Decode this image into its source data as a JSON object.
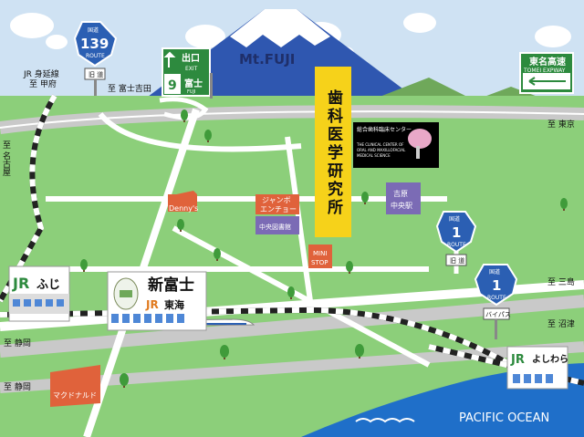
{
  "labels": {
    "mt_fuji": "Mt.FUJI",
    "pacific_ocean": "PACIFIC OCEAN",
    "jr_minobu_1": "JR 身延線",
    "jr_minobu_2": "至 甲府",
    "to_fujiyoshida": "至 富士吉田",
    "to_tokyo": "至 東京",
    "to_nagoya": "至 名古屋",
    "to_mishima": "至 三島",
    "to_numazu": "至 沼津",
    "to_shizuoka_1": "至 静岡",
    "to_shizuoka_2": "至 静岡",
    "dennys": "Denny's",
    "jean_1": "ジャンボ",
    "jean_2": "エンチョー",
    "library": "中央図書館",
    "yoshiwara_1": "吉原",
    "yoshiwara_2": "中央駅",
    "mini_1": "MINI",
    "mini_2": "STOP",
    "mcdonalds": "マクドナルド",
    "jr_fuji": "ふじ",
    "shinfuji_main": "新富士",
    "jr_tokai": "東海",
    "jr_yoshiwara": "よしわら",
    "clinic_name": "総合歯科臨床センター",
    "clinic_en_1": "THE CLINICAL CENTER OF",
    "clinic_en_2": "ORAL AND MAXILLOFACIAL",
    "clinic_en_3": "MEDICAL SCIENCE"
  },
  "signs": {
    "route139": {
      "top": "国道",
      "number": "139",
      "bottom": "ROUTE",
      "plate": "旧 道"
    },
    "route1_upper": {
      "top": "国道",
      "number": "1",
      "bottom": "ROUTE",
      "plate": "旧 道"
    },
    "route1_lower": {
      "top": "国道",
      "number": "1",
      "bottom": "ROUTE",
      "plate": "バイパス"
    },
    "exit": {
      "jp": "出口",
      "en": "EXIT",
      "number": "9",
      "place": "富士",
      "place_en": "FUJI"
    },
    "tomei": {
      "jp": "東名高速",
      "en": "TOMEI EXPWAY"
    }
  },
  "institute": {
    "name": "歯科医学研究所"
  },
  "colors": {
    "sky": "#cfe2f3",
    "grass": "#8ccf7a",
    "road": "#ffffff",
    "highway": "#c9c9c9",
    "sea": "#1f6fc9",
    "sign_blue": "#2b5fb3",
    "sign_green": "#2d8a3e",
    "institute_yellow": "#f6d21a"
  }
}
